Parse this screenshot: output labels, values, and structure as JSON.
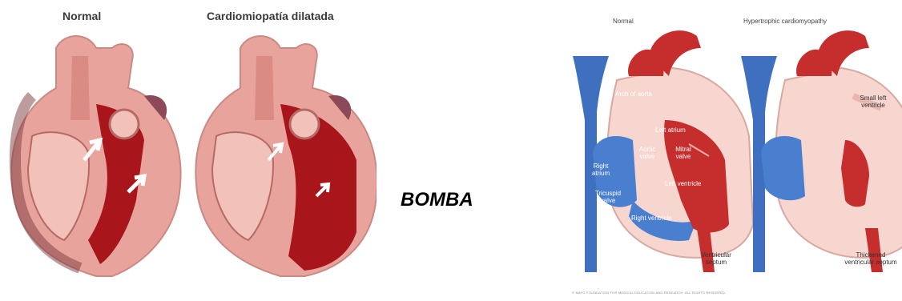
{
  "left_figure": {
    "label_normal": "Normal",
    "label_dilated": "Cardiomiopatía dilatada"
  },
  "center_label": "BOMBA",
  "right_figure": {
    "title_normal": "Normal",
    "title_hypertrophic": "Hypertrophic cardiomyopathy",
    "labels": {
      "arch_of_aorta": "Arch of aorta",
      "left_atrium": "Left atrium",
      "aortic_valve": "Aortic valve",
      "mitral_valve": "Mitral valve",
      "right_atrium": "Right atrium",
      "left_ventricle": "Left ventricle",
      "tricuspid_valve": "Tricuspid valve",
      "right_ventricle": "Right ventricle",
      "ventricular_septum": "Ventricular septum",
      "small_left_ventricle": "Small left ventricle",
      "thickened_septum": "Thickened ventricular septum"
    },
    "footer": "© MAYO FOUNDATION FOR MEDICAL EDUCATION AND RESEARCH. ALL RIGHTS RESERVED."
  },
  "colors": {
    "muscle_pink": "#e8a39c",
    "muscle_dark": "#b94a48",
    "blood_red": "#a8161b",
    "vein_blue": "#3f6fbf",
    "chamber_blue": "#4a7fd0"
  }
}
